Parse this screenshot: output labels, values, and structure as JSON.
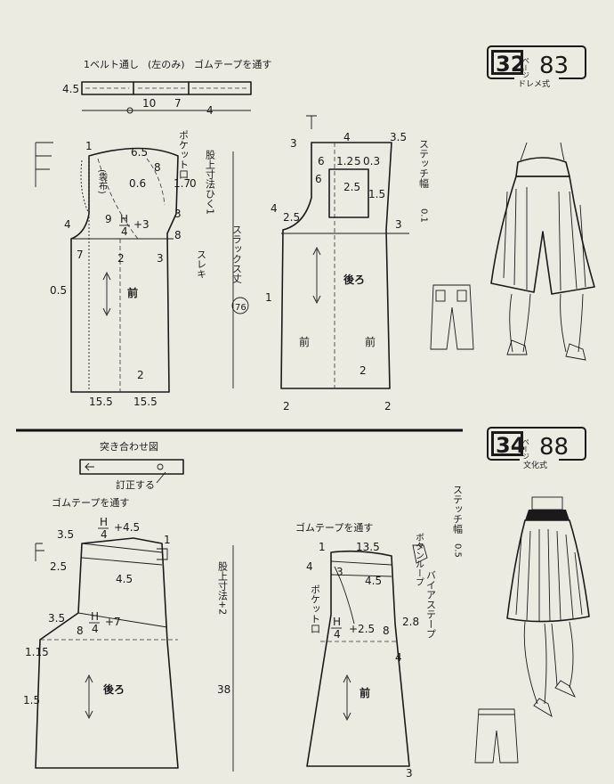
{
  "pattern_32": {
    "badge": {
      "issue": "32",
      "page_unit": "ページ",
      "page": "83",
      "method": "ドレメ式"
    },
    "belt": {
      "loop_label": "1ベルト通し",
      "left_only": "(左のみ)",
      "elastic": "ゴムテープを通す",
      "width": "4.5",
      "m10": "10",
      "m7": "7",
      "m4": "4"
    },
    "front": {
      "name": "前",
      "pocket_bag": "(袋布)",
      "pocket_opening": "ポケット口",
      "rise": "股上寸法ひく1",
      "length": "スラックス丈",
      "length_value": "76",
      "slash": "スレキ",
      "m65": "6.5",
      "m06": "0.6",
      "m8": "8",
      "m17": "1.7",
      "m0": "0",
      "m9": "9",
      "m3": "3",
      "m4": "4",
      "m7": "7",
      "m2": "2",
      "m05": "0.5",
      "m1": "1",
      "hip_n": "H",
      "hip_d": "4",
      "hip_plus": "+3",
      "hem_left": "15.5",
      "hem_right": "15.5"
    },
    "back": {
      "name": "後ろ",
      "front_side": "前",
      "stitch": "ステッチ幅",
      "stitch_value": "0.1",
      "m3": "3",
      "m35": "3.5",
      "m6": "6",
      "m12": "1.2",
      "m5": "5",
      "m03": "0.3",
      "m15": "1.5",
      "m4": "4",
      "m25": "2.5",
      "m2": "2",
      "m1": "1"
    }
  },
  "pattern_34": {
    "badge": {
      "issue": "34",
      "page_unit": "ページ",
      "page": "88",
      "method": "文化式"
    },
    "assembly": {
      "title": "突き合わせ図",
      "fix": "訂正する"
    },
    "back": {
      "elastic": "ゴムテープを通す",
      "rise": "股上寸法+2",
      "length_value": "38",
      "name": "後ろ",
      "m35": "3.5",
      "m25": "2.5",
      "m45": "4.5",
      "m1": "1",
      "m8": "8",
      "m115": "1.15",
      "m15": "1.5",
      "top_n": "H",
      "top_d": "4",
      "top_plus": "+4.5",
      "hip_n": "H",
      "hip_d": "4",
      "hip_plus": "+7"
    },
    "front": {
      "elastic": "ゴムテープを通す",
      "pocket_opening": "ポケット口",
      "bias": "バイアステープ",
      "loop": "ボタンループ",
      "name": "前",
      "stitch": "ステッチ幅",
      "stitch_value": "0.5",
      "m1": "1",
      "m135": "13.5",
      "m4": "4",
      "m3": "3",
      "m45": "4.5",
      "m8": "8",
      "m28": "2.8",
      "hip_n": "H",
      "hip_d": "4",
      "hip_plus": "+2.5"
    }
  }
}
